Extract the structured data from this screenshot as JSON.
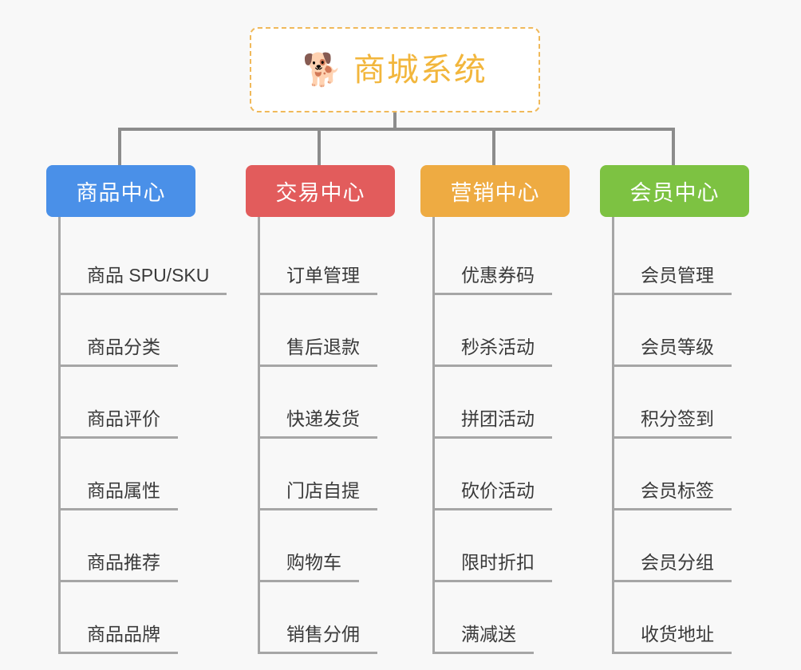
{
  "diagram": {
    "type": "mind-map",
    "background_color": "#f8f8f8",
    "root": {
      "icon": "shiba-dog-face-icon",
      "emoji": "🐕",
      "title": "商城系统",
      "text_color": "#f2b63c",
      "border_color": "#f0b95a",
      "background_color": "#ffffff"
    },
    "connector_color": "#8c8c8c",
    "branches": [
      {
        "id": "product-center",
        "label": "商品中心",
        "color": "#4a90e8",
        "items": [
          "商品 SPU/SKU",
          "商品分类",
          "商品评价",
          "商品属性",
          "商品推荐",
          "商品品牌"
        ]
      },
      {
        "id": "trade-center",
        "label": "交易中心",
        "color": "#e25c5c",
        "items": [
          "订单管理",
          "售后退款",
          "快递发货",
          "门店自提",
          "购物车",
          "销售分佣"
        ]
      },
      {
        "id": "marketing-center",
        "label": "营销中心",
        "color": "#eeab42",
        "items": [
          "优惠券码",
          "秒杀活动",
          "拼团活动",
          "砍价活动",
          "限时折扣",
          "满减送"
        ]
      },
      {
        "id": "member-center",
        "label": "会员中心",
        "color": "#7dc242",
        "items": [
          "会员管理",
          "会员等级",
          "积分签到",
          "会员标签",
          "会员分组",
          "收货地址"
        ]
      }
    ]
  }
}
